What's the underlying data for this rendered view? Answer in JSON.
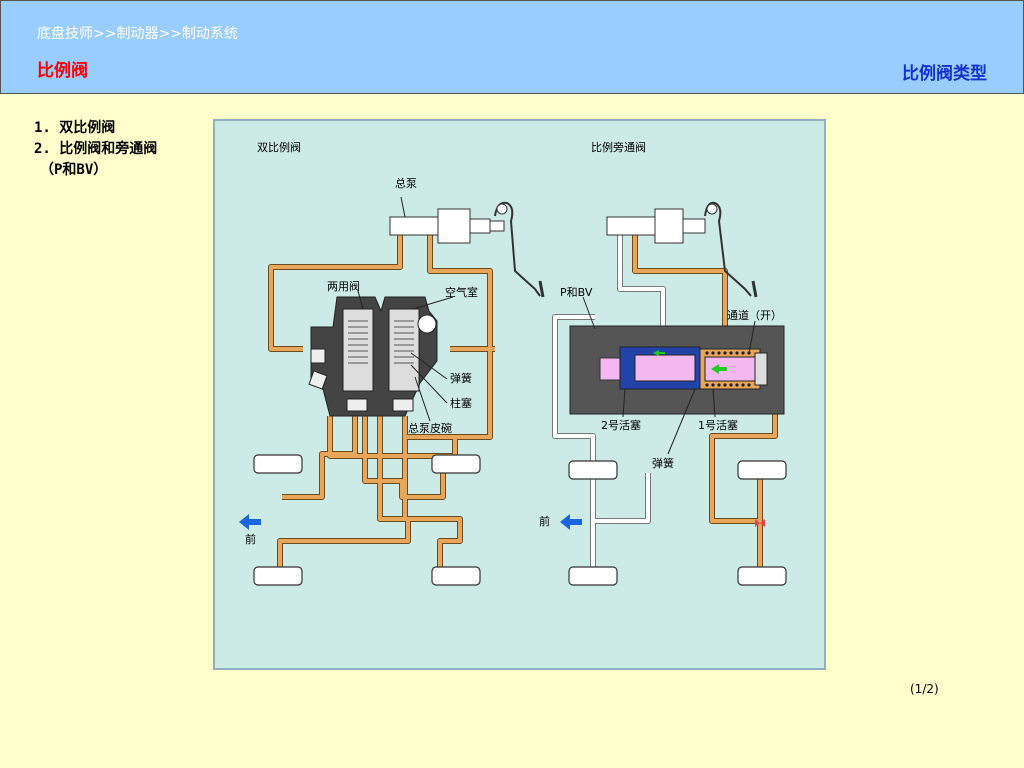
{
  "header": {
    "breadcrumb": "底盘技师>>制动器>>制动系统",
    "section": "比例阀",
    "title": "比例阀类型"
  },
  "topics": {
    "item1": "1. 双比例阀",
    "item2": "2. 比例阀和旁通阀",
    "item2_sub": "（P和BV）"
  },
  "figure": {
    "left_title": "双比例阀",
    "right_title": "比例旁通阀",
    "master_cylinder": "总泵",
    "dual_valve": "两用阀",
    "air_chamber": "空气室",
    "spring": "弹簧",
    "plunger": "柱塞",
    "master_cup": "总泵皮碗",
    "front_left": "前",
    "pbv": "P和BV",
    "passage_open": "通道（开）",
    "piston2": "2号活塞",
    "piston1": "1号活塞",
    "spring_right": "弹簧",
    "front_right": "前",
    "colors": {
      "pipe": "#e8a65a",
      "pipe_white": "#ffffff",
      "valve_body": "#444444",
      "blue_arrow": "#1a66e0",
      "bg": "#cceae6"
    }
  },
  "pager": "(1/2)"
}
